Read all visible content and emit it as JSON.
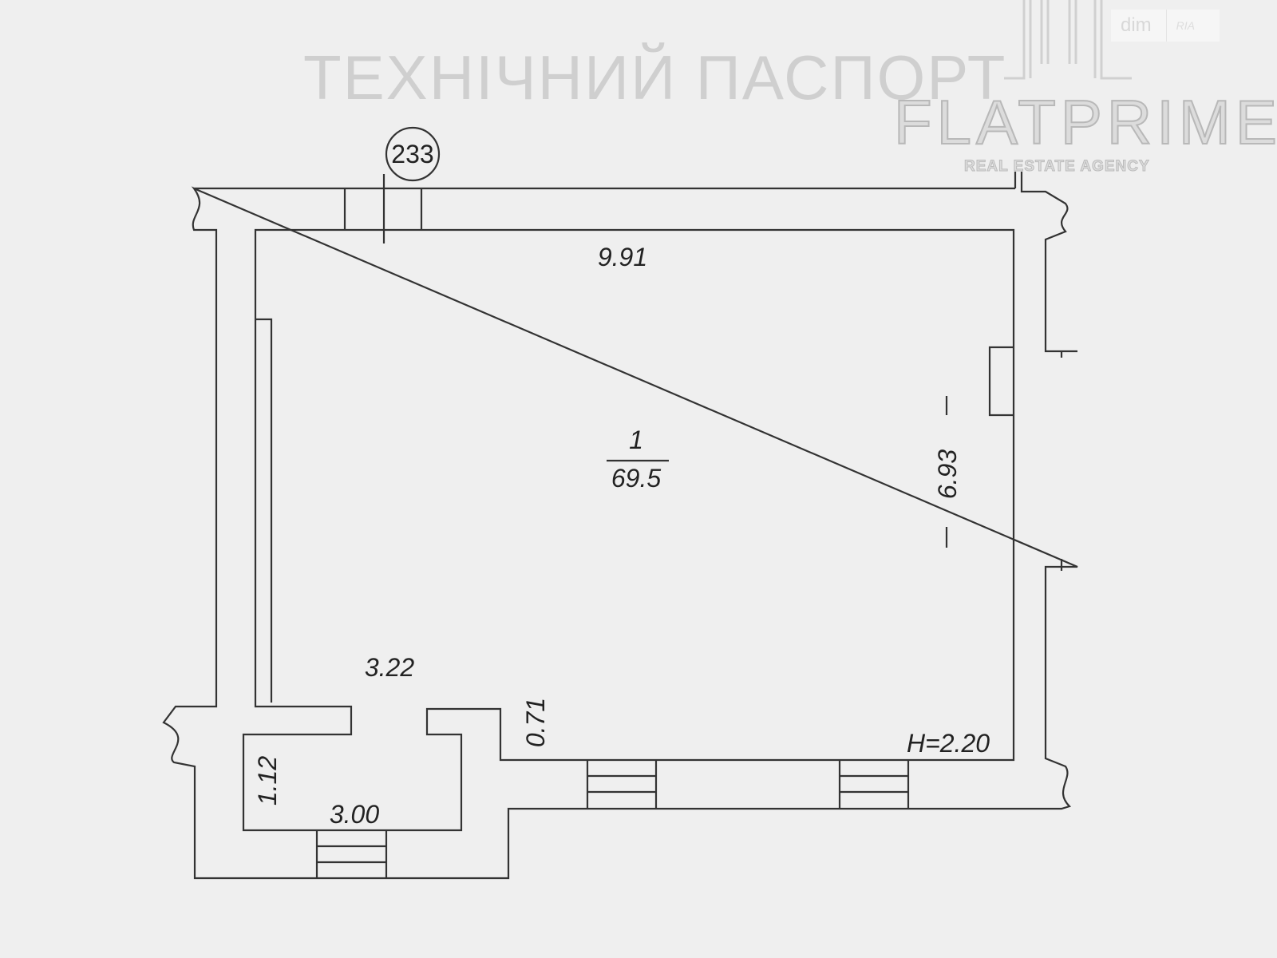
{
  "document": {
    "title": "ТЕХНІЧНИЙ ПАСПОРТ"
  },
  "watermark": {
    "brand": "FLATPRIME",
    "tagline": "REAL ESTATE AGENCY",
    "site_badge": [
      "dim",
      "RIA"
    ]
  },
  "plan": {
    "unit_number": "233",
    "room": {
      "number": "1",
      "area": "69.5"
    },
    "dimensions": {
      "top_length": "9.91",
      "right_length": "6.93",
      "bottom_inner_width": "3.22",
      "step_depth": "0.71",
      "vestibule_depth": "1.12",
      "vestibule_width": "3.00",
      "ceiling_height": "H=2.20"
    }
  }
}
